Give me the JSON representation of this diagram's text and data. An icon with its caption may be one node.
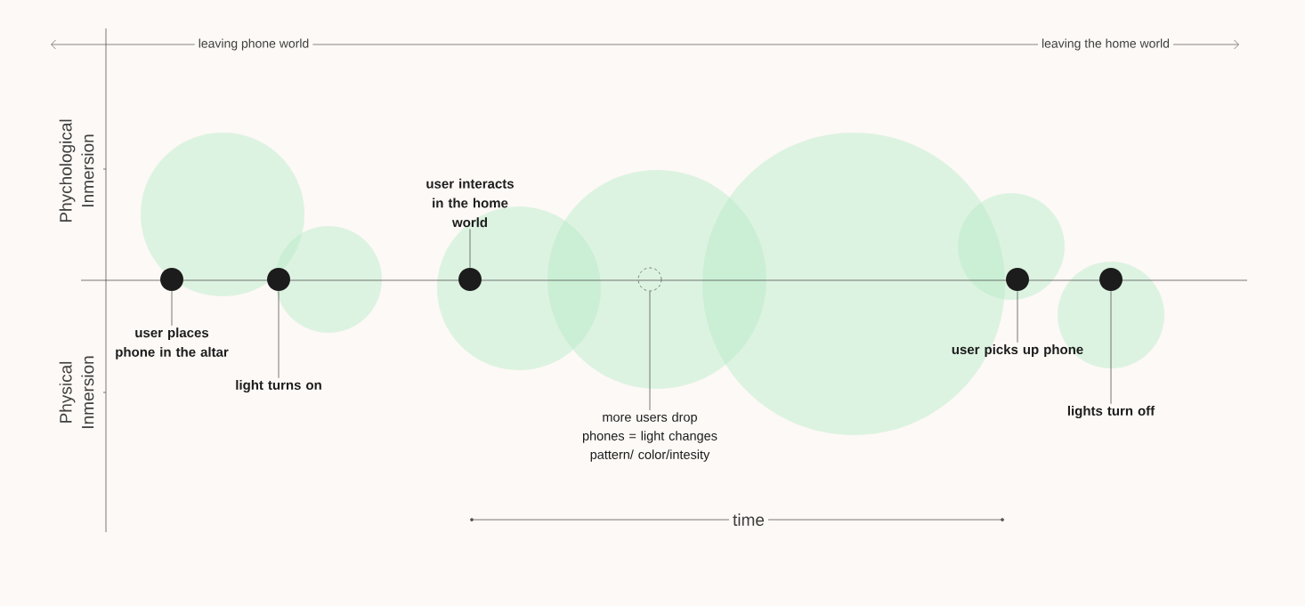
{
  "diagram": {
    "nodes": [
      {
        "text": [
          "user places phone in the altar"
        ]
      },
      {
        "text": [],
        "shape": "circle"
      },
      {
        "text": [
          "light turns on"
        ]
      },
      {
        "text": [],
        "shape": "circle"
      },
      {
        "text": [
          "user interacts in the home world"
        ]
      },
      {
        "text": [],
        "shape": "circle"
      },
      {
        "text": [],
        "shape": "circle"
      },
      {
        "text": [
          "more users drop phones = light changes pattern/ color/intesity"
        ]
      },
      {
        "text": [],
        "shape": "circle"
      },
      {
        "text": [
          "user picks up phone"
        ]
      },
      {
        "text": [],
        "shape": "circle"
      },
      {
        "text": [
          "lights turn off"
        ]
      }
    ],
    "edges": [
      {
        "from": 0,
        "to": 1,
        "arrow": "none"
      },
      {
        "from": 2,
        "to": 3,
        "arrow": "none"
      },
      {
        "from": 4,
        "to": 5,
        "arrow": "none"
      },
      {
        "from": 7,
        "to": 6,
        "arrow": "none"
      },
      {
        "from": 9,
        "to": 8,
        "arrow": "none"
      },
      {
        "from": 11,
        "to": 10,
        "arrow": "none"
      }
    ],
    "labels": [
      "leaving phone world",
      "leaving the home world",
      "Phychological Inmersion",
      "Physical Inmersion",
      "time"
    ]
  }
}
